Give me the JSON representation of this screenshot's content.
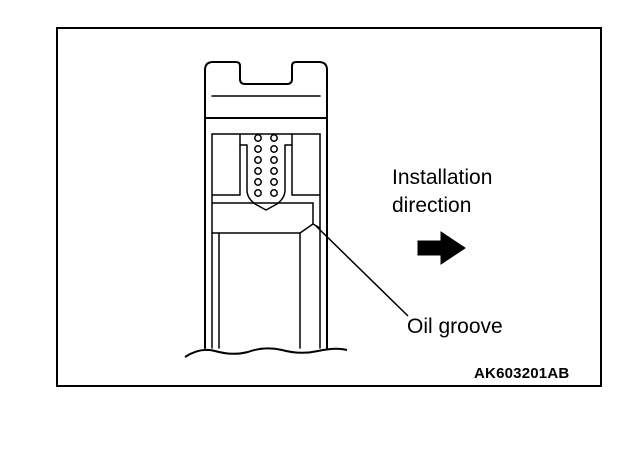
{
  "labels": {
    "installation_line1": "Installation",
    "installation_line2": "direction",
    "oil_groove": "Oil groove",
    "figure_code": "AK603201AB"
  },
  "icons": {
    "arrow": "right-arrow-icon"
  },
  "colors": {
    "line": "#000000",
    "background": "#ffffff"
  }
}
